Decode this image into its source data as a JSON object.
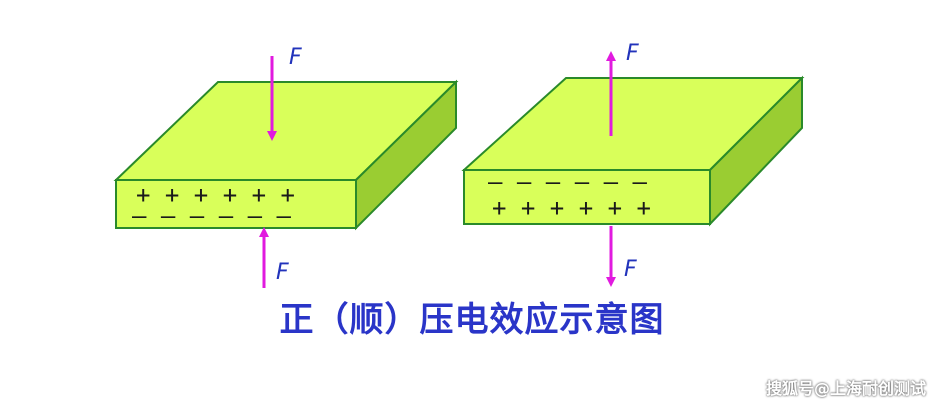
{
  "title": "正（顺）压电效应示意图",
  "watermark": "搜狐号@上海耐创测试",
  "colors": {
    "top_face": "#d9ff5a",
    "front_face": "#d9ff5a",
    "side_face": "#9acd32",
    "edge": "#2a8a2a",
    "arrow": "#e11adf",
    "force_label": "#2233bb",
    "title": "#2a35c8"
  },
  "left_block": {
    "force_top_label": "F",
    "force_bottom_label": "F",
    "top_row": "+ + + + + +",
    "bottom_row": "— — — — — —"
  },
  "right_block": {
    "force_top_label": "F",
    "force_bottom_label": "F",
    "top_row": "— — — — — —",
    "bottom_row": "+ + + + + +"
  }
}
